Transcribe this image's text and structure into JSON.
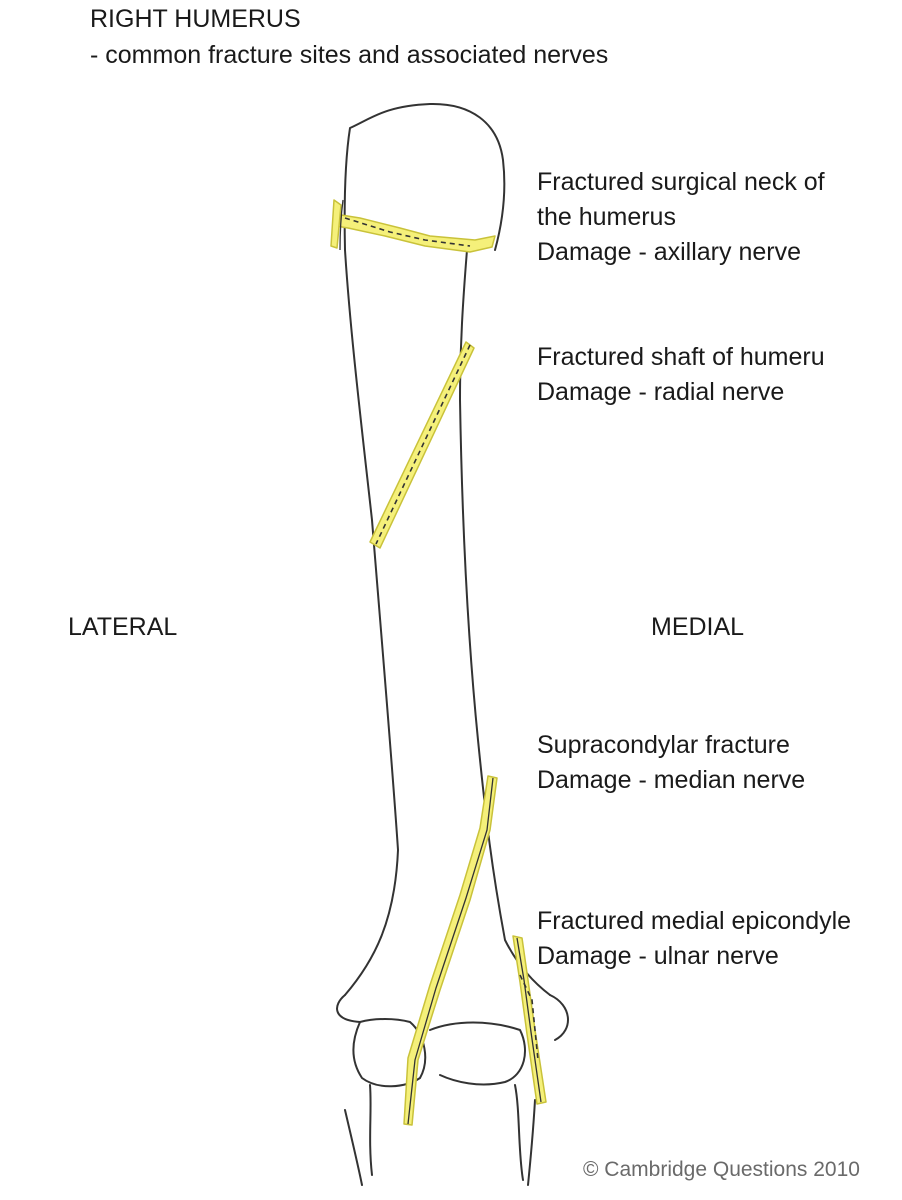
{
  "title": "RIGHT HUMERUS",
  "subtitle": "- common fracture sites and associated nerves",
  "orientation": {
    "lateral": "LATERAL",
    "medial": "MEDIAL"
  },
  "annotations": [
    {
      "lines": [
        "Fractured surgical neck of",
        "the humerus",
        "Damage - axillary nerve"
      ]
    },
    {
      "lines": [
        "Fractured shaft of humeru",
        "Damage - radial nerve"
      ]
    },
    {
      "lines": [
        "Supracondylar fracture",
        "Damage - median nerve"
      ]
    },
    {
      "lines": [
        "Fractured medial epicondyle",
        "Damage - ulnar nerve"
      ]
    }
  ],
  "copyright": "© Cambridge Questions 2010",
  "colors": {
    "outline": "#333333",
    "highlight": "#f5f07a",
    "highlight_edge": "#c9c23a"
  }
}
